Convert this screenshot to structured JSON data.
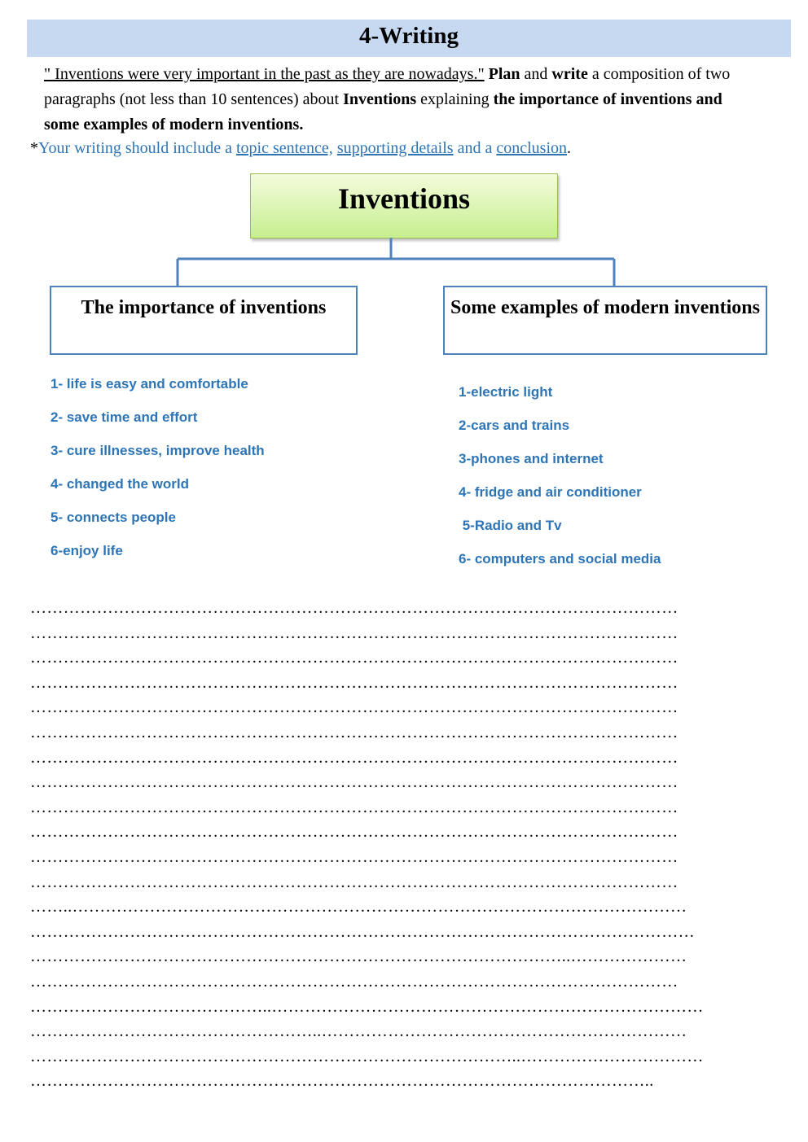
{
  "header": {
    "title": "4-Writing"
  },
  "prompt": {
    "quote": "\" Inventions were very important in the past as they are nowadays.\"",
    "plan": "Plan",
    "and1": "and",
    "write": "write",
    "text1": "a composition of two paragraphs (not less than 10 sentences) about",
    "inventions": "Inventions",
    "explaining": "explaining",
    "bold_end": "the importance of  inventions  and  some examples of modern  inventions."
  },
  "note": {
    "star": "*",
    "lead": "Your writing should include a",
    "topic": "topic sentence,",
    "supporting": "supporting details",
    "and_a": "and a",
    "conclusion": "conclusion",
    "period": "."
  },
  "mindmap": {
    "center": "Inventions",
    "left_heading": "The importance of  inventions",
    "right_heading": "Some examples of modern inventions",
    "left_items": [
      "1- life is easy and comfortable",
      "2- save time and effort",
      "3- cure illnesses, improve health",
      "4- changed the world",
      "5- connects people",
      "6-enjoy life"
    ],
    "right_items": [
      "1-electric light",
      "2-cars and trains",
      "3-phones and internet",
      "4- fridge and air conditioner",
      " 5-Radio and Tv",
      "6- computers and social media"
    ]
  },
  "writing_lines": [
    "………………………………………………………………………………………………………",
    "………………………………………………………………………………………………………",
    "………………………………………………………………………………………………………",
    "………………………………………………………………………………………………………",
    "………………………………………………………………………………………………………",
    "………………………………………………………………………………………………………",
    "………………………………………………………………………………………………………",
    "………………………………………………………………………………………………………",
    "………………………………………………………………………………………………………",
    "………………………………………………………………………………………………………",
    "………………………………………………………………………………………………………",
    "………………………………………………………………………………………………………",
    "……..…………………………………………………………………………………………………",
    "…………………………………………………………………………………………………………",
    "……………………………………………………………………………………..…………………",
    "………………………………………………………………………………………………………",
    "……………………………………..……………………………………………………………………",
    "……………………………………………..…………………………………………………………",
    "……………………………………………………………………………..……………………………",
    "………………………………………………………………………………………………….."
  ]
}
